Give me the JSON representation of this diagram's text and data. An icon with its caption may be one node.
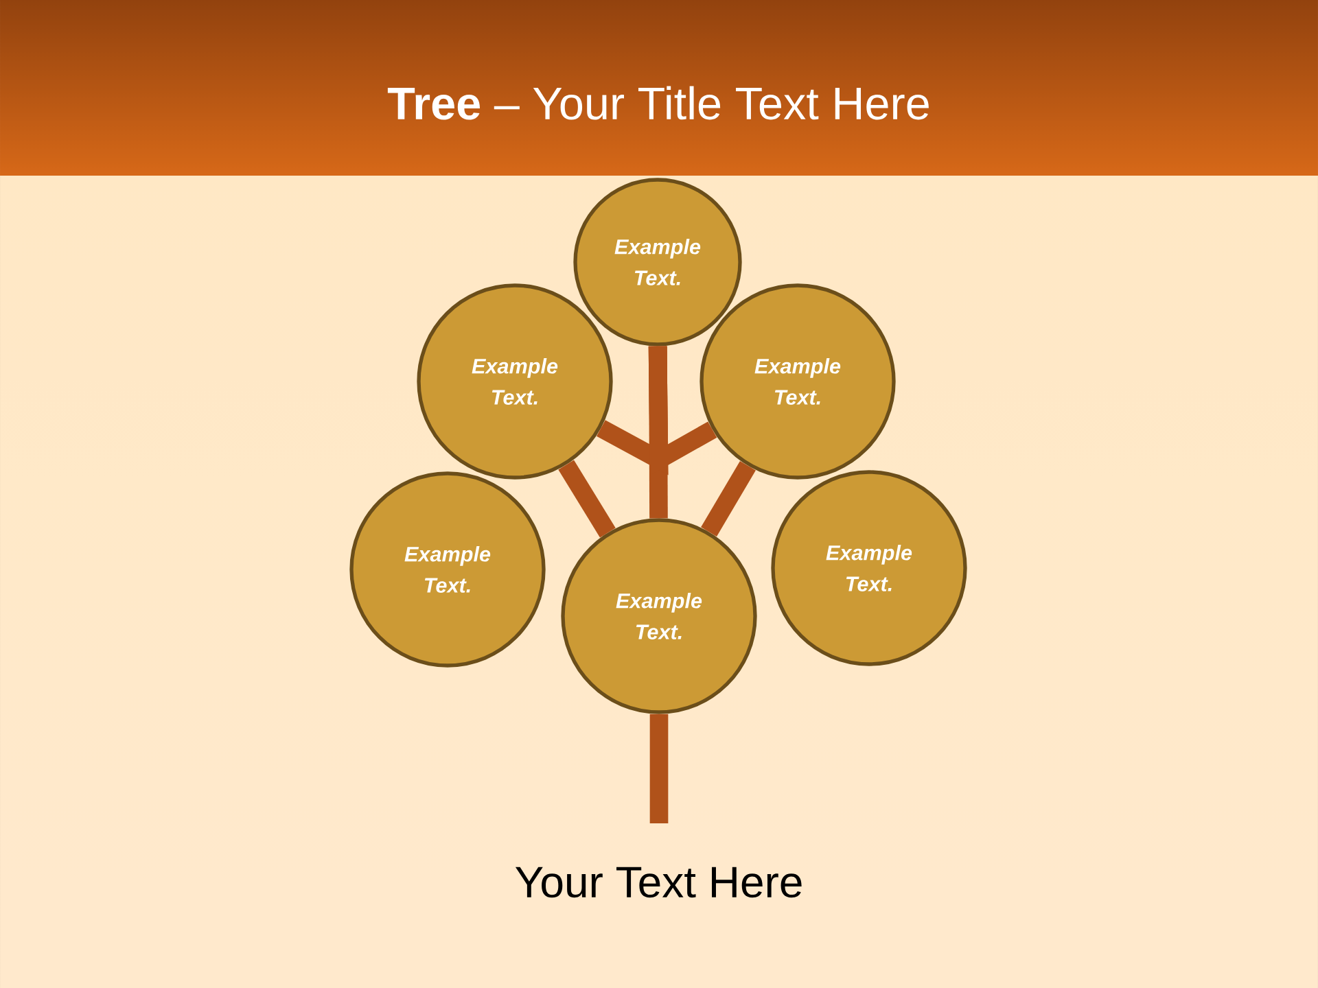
{
  "diagram": {
    "title": "**Tree** – Your Title Text Here",
    "nodes": [
      {
        "text": [
          "Example Text."
        ]
      },
      {
        "text": [
          "Example Text."
        ]
      },
      {
        "text": [
          "Example Text."
        ]
      },
      {
        "text": [
          "Example Text."
        ]
      },
      {
        "text": [
          "Example Text."
        ]
      },
      {
        "text": [
          "Example Text."
        ]
      }
    ],
    "edges": [
      {
        "from": 4,
        "to": 0,
        "arrow": "none"
      },
      {
        "from": 0,
        "to": 1,
        "arrow": "none"
      },
      {
        "from": 0,
        "to": 2,
        "arrow": "none"
      },
      {
        "from": 4,
        "to": 1,
        "arrow": "none"
      },
      {
        "from": 4,
        "to": 2,
        "arrow": "none"
      },
      {
        "from": null,
        "to": 4,
        "arrow": "none"
      }
    ],
    "labels": [
      "Your Text Here"
    ]
  }
}
